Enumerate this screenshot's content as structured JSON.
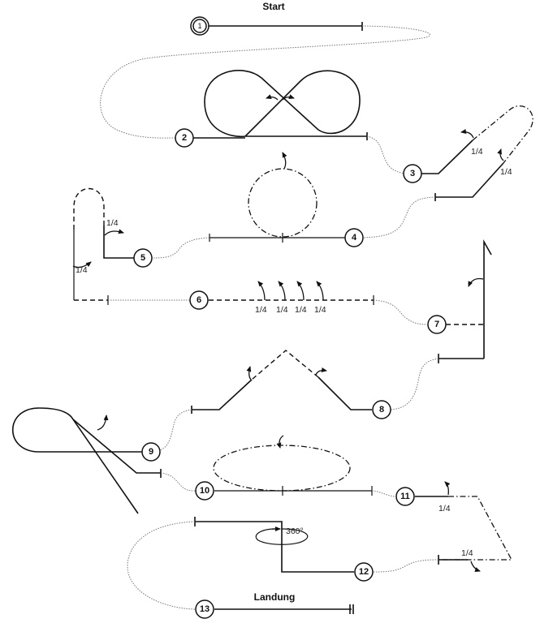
{
  "title_start": "Start",
  "title_end": "Landung",
  "figures": [
    "1",
    "2",
    "3",
    "4",
    "5",
    "6",
    "7",
    "8",
    "9",
    "10",
    "11",
    "12",
    "13"
  ],
  "labels": {
    "fig3_roll_a": "1/4",
    "fig3_roll_b": "1/4",
    "fig5_roll_a": "1/4",
    "fig5_roll_b": "1/4",
    "fig6_rolls": [
      "1/4",
      "1/4",
      "1/4",
      "1/4"
    ],
    "fig11_roll_a": "1/4",
    "fig11_roll_b": "1/4",
    "fig12_rotation": "360°"
  }
}
